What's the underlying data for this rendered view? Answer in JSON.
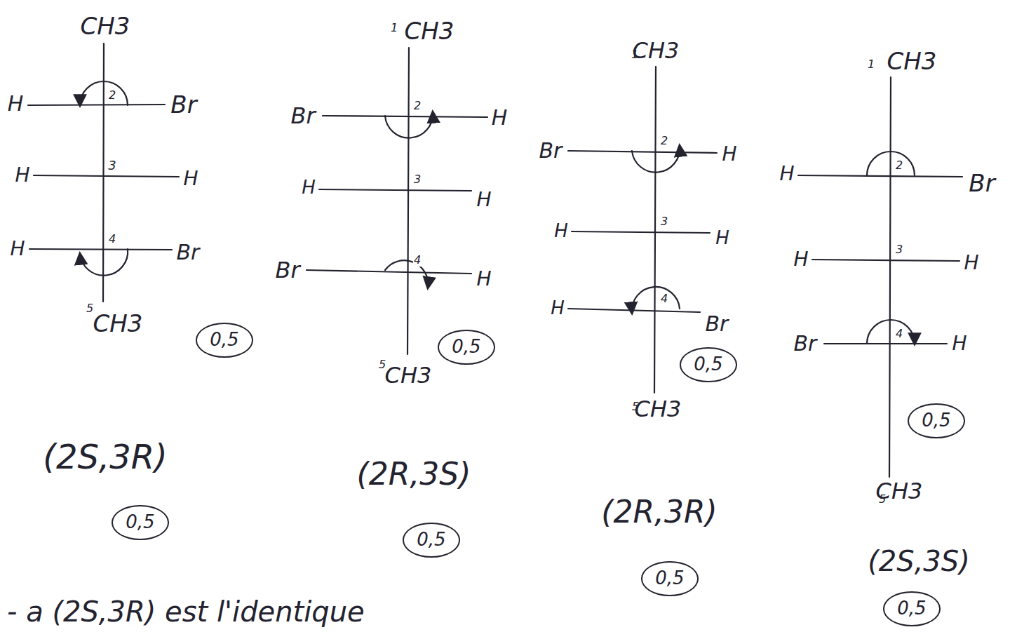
{
  "diagram": {
    "nodes": [
      {
        "text": [
          "0,5"
        ]
      },
      {
        "text": [
          "0,5"
        ]
      },
      {
        "text": [
          "0,5"
        ]
      },
      {
        "text": [
          "0,5"
        ]
      },
      {
        "text": [
          "0,5"
        ]
      },
      {
        "text": [
          "0,5"
        ]
      },
      {
        "text": [
          "0,5"
        ]
      },
      {
        "text": [
          "0,5"
        ]
      }
    ],
    "labels": [
      "CH3",
      "H",
      "2",
      "Br",
      "H",
      "3",
      "H",
      "H",
      "4",
      "Br",
      "5",
      "CH3",
      "1",
      "CH3",
      "Br",
      "2",
      "H",
      "H",
      "3",
      "H",
      "Br",
      "4",
      "H",
      "5",
      "CH3",
      "1",
      "CH3",
      "Br",
      "2",
      "H",
      "H",
      "3",
      "H",
      "H",
      "4",
      "Br",
      "5",
      "CH3",
      "1",
      "CH3",
      "H",
      "2",
      "Br",
      "H",
      "3",
      "H",
      "Br",
      "4",
      "H",
      "5",
      "CH3",
      "(2S,3R)",
      "(2R,3S)",
      "(2R,3R)",
      "(2S,3S)",
      "- a (2S,3R) est l'identique"
    ]
  }
}
